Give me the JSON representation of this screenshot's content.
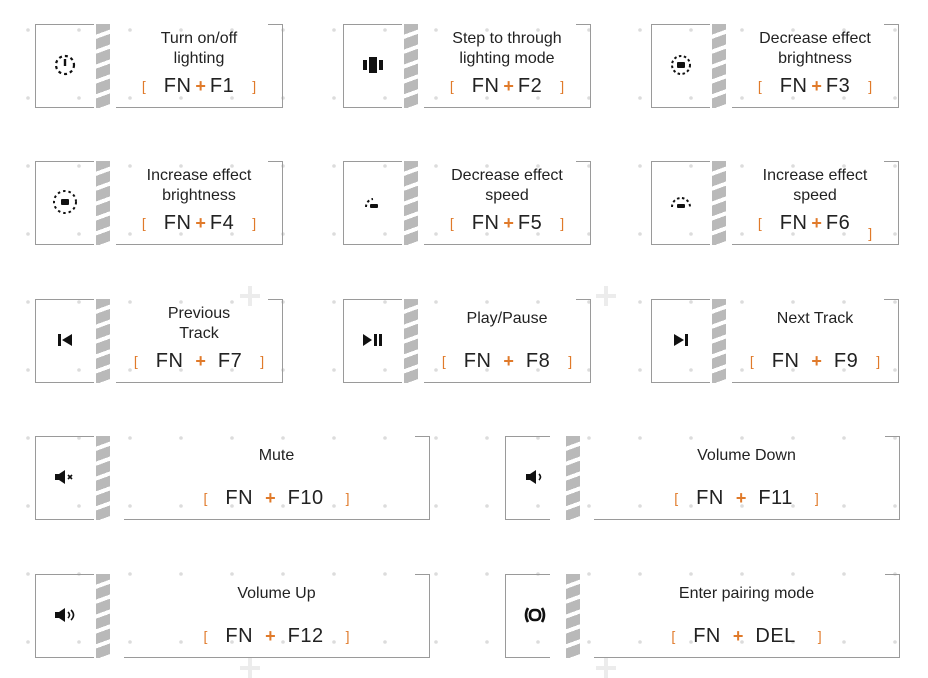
{
  "colors": {
    "accent": "#e07a2a",
    "stripe": "#b9b9b9",
    "border": "#9a9a9a",
    "dot": "#dcdcdc"
  },
  "shortcuts": [
    {
      "icon": "power-toggle-icon",
      "label_line1": "Turn on/off",
      "label_line2": "lighting",
      "bracket_open": "[",
      "fn": "FN",
      "plus": "+",
      "key": "F1",
      "bracket_close": "]"
    },
    {
      "icon": "lighting-mode-icon",
      "label_line1": "Step to through",
      "label_line2": "lighting mode",
      "bracket_open": "[",
      "fn": "FN",
      "plus": "+",
      "key": "F2",
      "bracket_close": "]"
    },
    {
      "icon": "brightness-decrease-icon",
      "label_line1": "Decrease effect",
      "label_line2": "brightness",
      "bracket_open": "[",
      "fn": "FN",
      "plus": "+",
      "key": "F3",
      "bracket_close": "]"
    },
    {
      "icon": "brightness-increase-icon",
      "label_line1": "Increase effect",
      "label_line2": "brightness",
      "bracket_open": "[",
      "fn": "FN",
      "plus": "+",
      "key": "F4",
      "bracket_close": "]"
    },
    {
      "icon": "speed-decrease-icon",
      "label_line1": "Decrease effect",
      "label_line2": "speed",
      "bracket_open": "[",
      "fn": "FN",
      "plus": "+",
      "key": "F5",
      "bracket_close": "]"
    },
    {
      "icon": "speed-increase-icon",
      "label_line1": "Increase effect",
      "label_line2": "speed",
      "bracket_open": "[",
      "fn": "FN",
      "plus": "+",
      "key": "F6",
      "bracket_close": "]"
    },
    {
      "icon": "previous-track-icon",
      "label_line1": "Previous",
      "label_line2": "Track",
      "bracket_open": "[",
      "fn": "FN",
      "plus": "+",
      "key": "F7",
      "bracket_close": "]"
    },
    {
      "icon": "play-pause-icon",
      "label_line1": "Play/Pause",
      "label_line2": "",
      "bracket_open": "[",
      "fn": "FN",
      "plus": "+",
      "key": "F8",
      "bracket_close": "]"
    },
    {
      "icon": "next-track-icon",
      "label_line1": "Next Track",
      "label_line2": "",
      "bracket_open": "[",
      "fn": "FN",
      "plus": "+",
      "key": "F9",
      "bracket_close": "]"
    },
    {
      "icon": "mute-icon",
      "label_line1": "Mute",
      "label_line2": "",
      "bracket_open": "[",
      "fn": "FN",
      "plus": "+",
      "key": "F10",
      "bracket_close": "]"
    },
    {
      "icon": "volume-down-icon",
      "label_line1": "Volume Down",
      "label_line2": "",
      "bracket_open": "[",
      "fn": "FN",
      "plus": "+",
      "key": "F11",
      "bracket_close": "]"
    },
    {
      "icon": "volume-up-icon",
      "label_line1": "Volume Up",
      "label_line2": "",
      "bracket_open": "[",
      "fn": "FN",
      "plus": "+",
      "key": "F12",
      "bracket_close": "]"
    },
    {
      "icon": "pairing-mode-icon",
      "label_line1": "Enter pairing mode",
      "label_line2": "",
      "bracket_open": "[",
      "fn": "FN",
      "plus": "+",
      "key": "DEL",
      "bracket_close": "]"
    }
  ]
}
